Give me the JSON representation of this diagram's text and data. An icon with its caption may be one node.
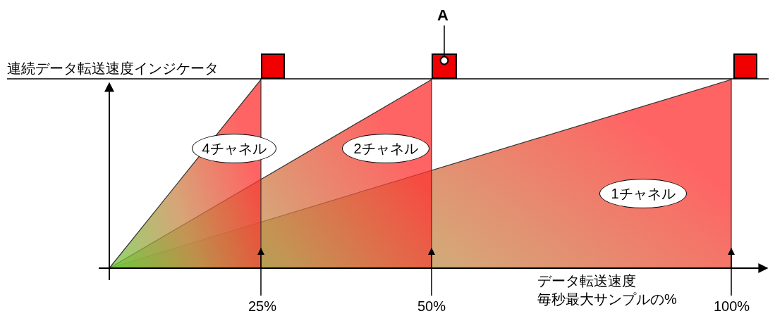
{
  "diagram": {
    "nodes": [
      {
        "text": [],
        "shape": "box"
      },
      {
        "text": [],
        "shape": "box"
      },
      {
        "text": [],
        "shape": "box"
      },
      {
        "text": [
          "A"
        ]
      },
      {
        "text": [
          "4チャネル"
        ]
      },
      {
        "text": [
          "2チャネル"
        ]
      },
      {
        "text": [
          "1チャネル"
        ]
      }
    ],
    "edges": [
      {
        "from": 3,
        "to": 1,
        "arrow": "other"
      }
    ],
    "labels": [
      "連続データ転送速度インジケータ",
      "データ転送速度",
      "毎秒最大サンプルの%",
      "25%",
      "50%",
      "100%"
    ]
  }
}
